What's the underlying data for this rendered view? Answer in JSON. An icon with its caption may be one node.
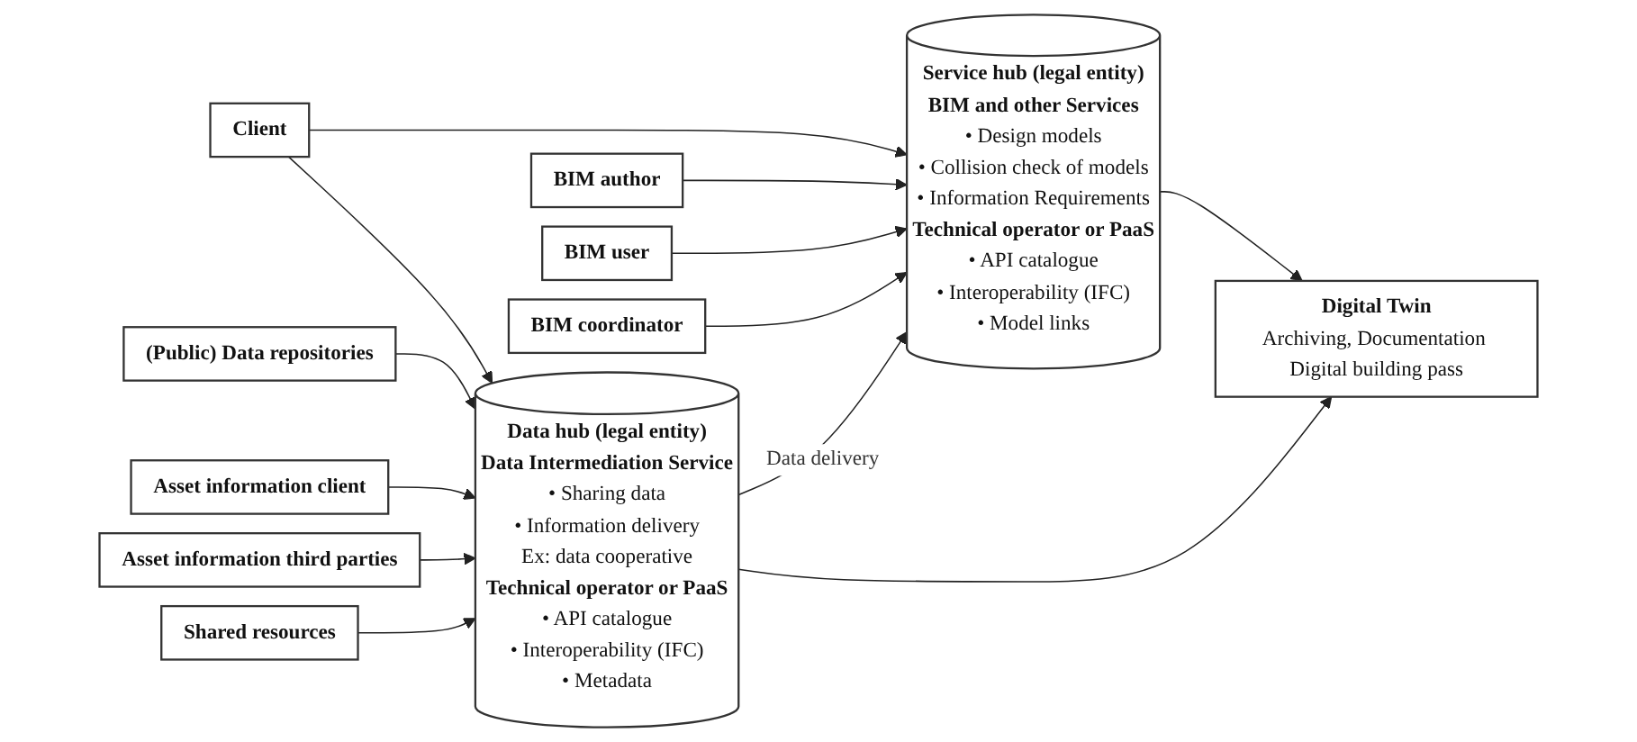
{
  "diagram": {
    "nodes": [
      {
        "text": [
          "Client"
        ]
      },
      {
        "text": [
          "Service hub (legal entity)",
          "BIM and other Services",
          "• Design models",
          "• Collision check of models",
          "• Information Requirements",
          "Technical operator or PaaS",
          "• API catalogue",
          "• Interoperability (IFC)",
          "• Model links"
        ]
      },
      {
        "text": [
          "Data hub (legal entity)",
          "Data Intermediation Service",
          "• Sharing data",
          "• Information delivery",
          "Ex: data cooperative",
          "Technical operator or PaaS",
          "• API catalogue",
          "• Interoperability (IFC)",
          "• Metadata"
        ]
      },
      {
        "text": [
          "BIM author"
        ]
      },
      {
        "text": [
          "BIM user"
        ]
      },
      {
        "text": [
          "BIM coordinator"
        ]
      },
      {
        "text": [
          "(Public) Data repositories"
        ]
      },
      {
        "text": [
          "Asset information client"
        ]
      },
      {
        "text": [
          "Asset information third parties"
        ]
      },
      {
        "text": [
          "Shared resources"
        ]
      },
      {
        "text": [
          "Digital Twin",
          "Archiving, Documentation Digital building pass"
        ]
      }
    ],
    "edges": [
      {
        "from": 0,
        "to": 1,
        "arrow": "to"
      },
      {
        "from": 0,
        "to": 2,
        "arrow": "to"
      },
      {
        "from": 3,
        "to": 1,
        "arrow": "to"
      },
      {
        "from": 4,
        "to": 1,
        "arrow": "to"
      },
      {
        "from": 5,
        "to": 1,
        "arrow": "to"
      },
      {
        "from": 2,
        "to": 1,
        "label": "Data delivery",
        "arrow": "to"
      },
      {
        "from": 6,
        "to": 2,
        "arrow": "to"
      },
      {
        "from": 7,
        "to": 2,
        "arrow": "to"
      },
      {
        "from": 8,
        "to": 2,
        "arrow": "to"
      },
      {
        "from": 9,
        "to": 2,
        "arrow": "to"
      },
      {
        "from": 1,
        "to": 10,
        "arrow": "to"
      },
      {
        "from": 2,
        "to": 10,
        "arrow": "to"
      }
    ]
  }
}
